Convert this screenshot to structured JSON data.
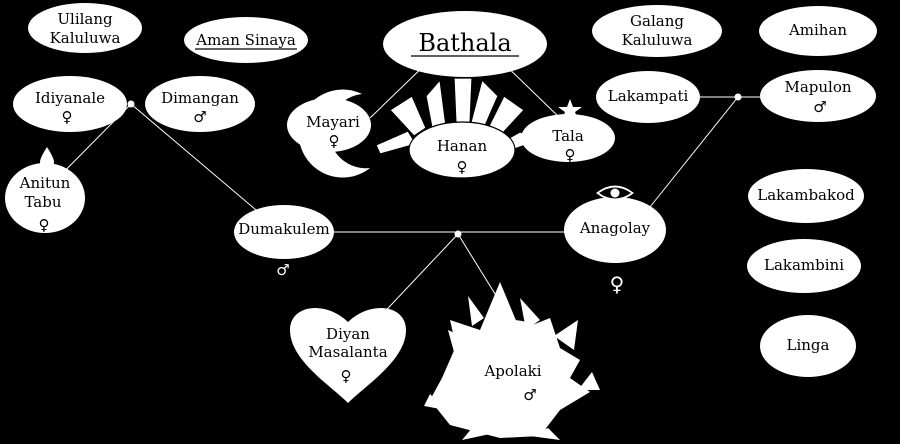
{
  "nodes": {
    "bathala": "Bathala",
    "ulilang_kaluluwa": [
      "Ulilang",
      "Kaluluwa"
    ],
    "aman_sinaya": "Aman Sinaya",
    "galang_kaluluwa": [
      "Galang",
      "Kaluluwa"
    ],
    "amihan": "Amihan",
    "idiyanale": "Idiyanale",
    "dimangan": "Dimangan",
    "mayari": "Mayari",
    "hanan": "Hanan",
    "tala": "Tala",
    "lakampati": "Lakampati",
    "mapulon": "Mapulon",
    "anitun_tabu": [
      "Anitun",
      "Tabu"
    ],
    "dumakulem": "Dumakulem",
    "anagolay": "Anagolay",
    "lakambakod": "Lakambakod",
    "lakambini": "Lakambini",
    "linga": "Linga",
    "diyan_masalanta": [
      "Diyan",
      "Masalanta"
    ],
    "apolaki": "Apolaki"
  },
  "symbols": {
    "female": "♀",
    "male": "♂"
  },
  "colors": {
    "background": "#000000",
    "shape": "#ffffff",
    "text": "#000000"
  },
  "icons": [
    "moon-icon",
    "star-icon",
    "sun-icon",
    "eye-icon",
    "water-drop-icon",
    "heart-icon"
  ]
}
